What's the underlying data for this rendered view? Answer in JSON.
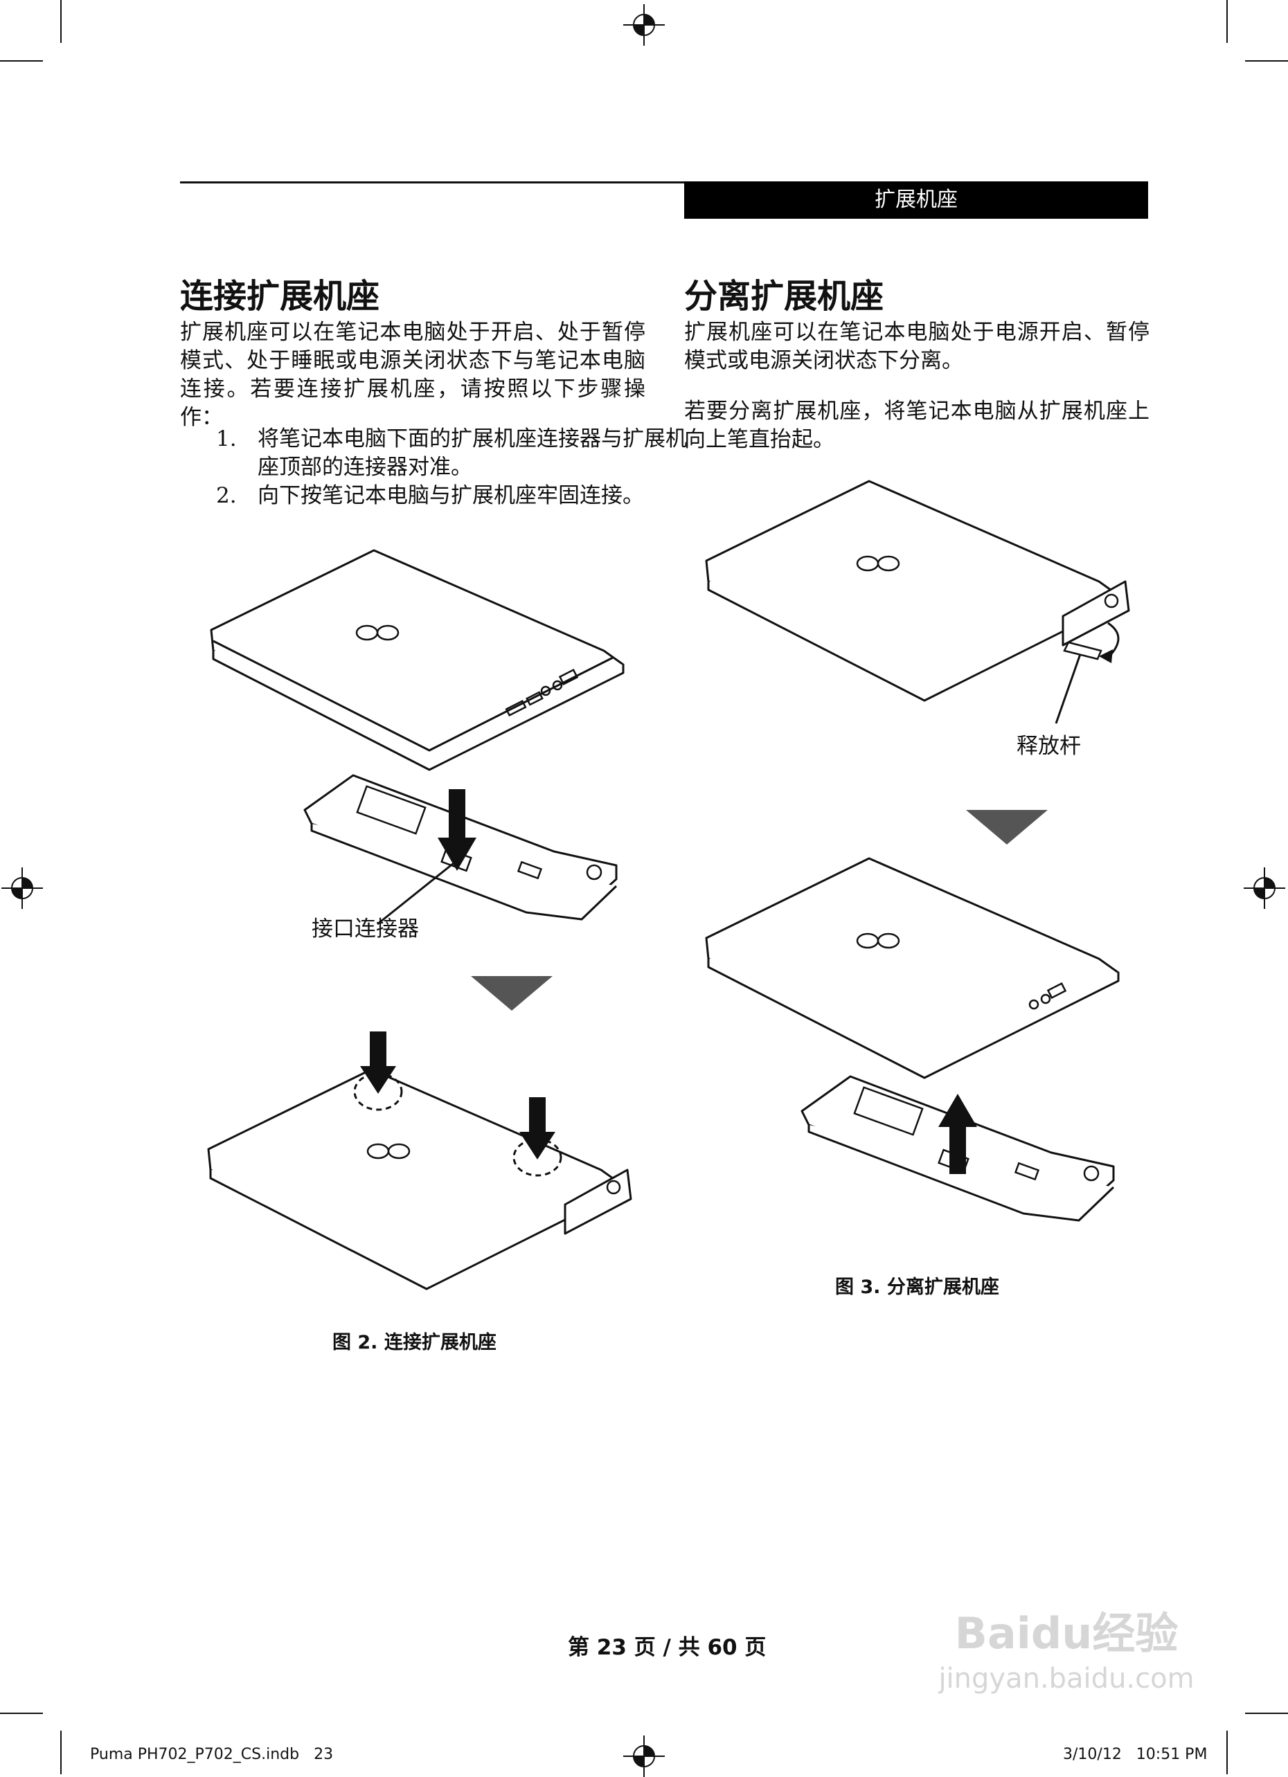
{
  "header": {
    "section_title": "扩展机座"
  },
  "left": {
    "heading": "连接扩展机座",
    "intro": "扩展机座可以在笔记本电脑处于开启、处于暂停模式、处于睡眠或电源关闭状态下与笔记本电脑连接。若要连接扩展机座，请按照以下步骤操作：",
    "steps": [
      {
        "num": "1.",
        "text": "将笔记本电脑下面的扩展机座连接器与扩展机座顶部的连接器对准。"
      },
      {
        "num": "2.",
        "text": "向下按笔记本电脑与扩展机座牢固连接。"
      }
    ],
    "callout_label": "接口连接器",
    "caption": "图 2. 连接扩展机座"
  },
  "right": {
    "heading": "分离扩展机座",
    "para1": "扩展机座可以在笔记本电脑处于电源开启、暂停模式或电源关闭状态下分离。",
    "para2": "若要分离扩展机座，将笔记本电脑从扩展机座上向上笔直抬起。",
    "callout_label": "释放杆",
    "caption": "图 3. 分离扩展机座"
  },
  "footer": {
    "page_prefix": "第",
    "page_current": "23",
    "page_mid": "页 / 共",
    "page_total": "60",
    "page_suffix": "页"
  },
  "slug": {
    "file": "Puma PH702_P702_CS.indb   23",
    "datetime": "3/10/12   10:51 PM"
  },
  "watermark": {
    "brand": "Baidu经验",
    "url": "jingyan.baidu.com"
  }
}
